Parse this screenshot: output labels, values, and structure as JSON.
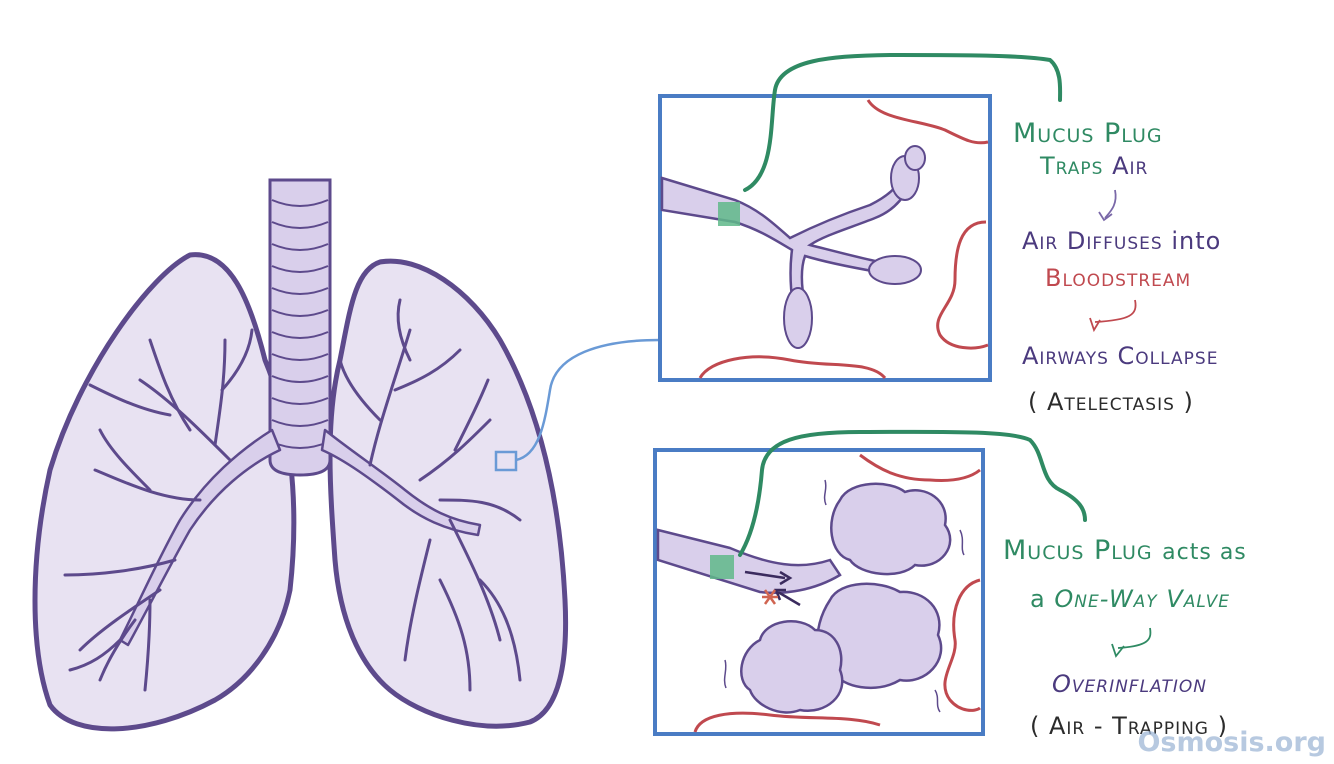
{
  "top_panel": {
    "line1_a": "Mucus Plug",
    "line2_a": "Traps",
    "line2_b": "Air",
    "line3_a": "Air Diffuses",
    "line3_b": "into",
    "line4": "Bloodstream",
    "line5": "Airways Collapse",
    "line6": "( Atelectasis )"
  },
  "bottom_panel": {
    "line1_a": "Mucus Plug",
    "line1_b": "acts as",
    "line2_a": "a",
    "line2_b": "One-Way Valve",
    "line3": "Overinflation",
    "line4": "( Air - Trapping )"
  },
  "logo": {
    "text": "Osmosis.org"
  },
  "colors": {
    "lung_fill": "#e8e2f2",
    "lung_outline": "#5d4a8c",
    "airway_fill": "#d9cfeb",
    "box_border": "#4a7cc4",
    "connector_blue": "#6a9ad6",
    "green_text": "#2f8a63",
    "purple_text": "#4b3a7e",
    "vessel_red": "#c0494f",
    "plug_green": "#5fb889"
  }
}
